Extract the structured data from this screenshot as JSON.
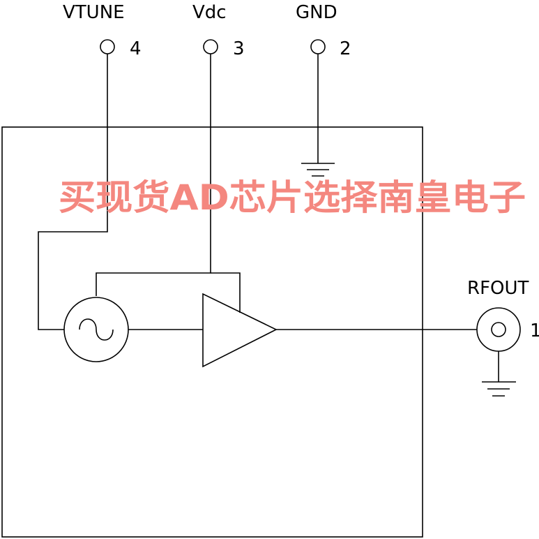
{
  "pins": [
    {
      "name": "VTUNE",
      "number": "4"
    },
    {
      "name": "Vdc",
      "number": "3"
    },
    {
      "name": "GND",
      "number": "2"
    },
    {
      "name": "RFOUT",
      "number": "1"
    }
  ],
  "watermark": {
    "text": "买现货AD芯片选择南皇电子",
    "color": "#f4877f"
  }
}
